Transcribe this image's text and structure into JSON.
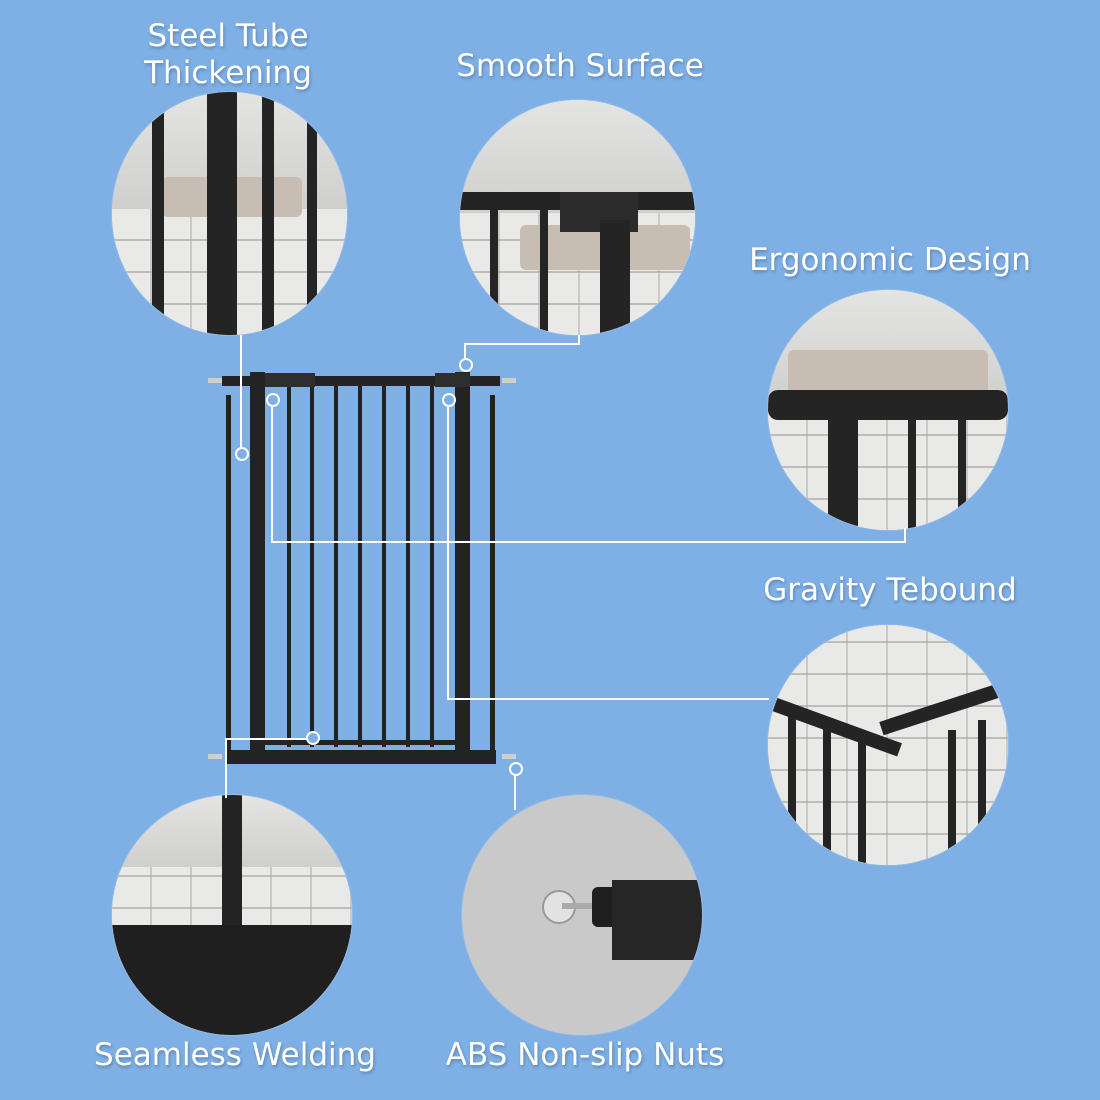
{
  "infographic": {
    "subject": "Baby safety gate features",
    "background_color": "#7eb0e6",
    "gate_color": "#232323",
    "callout_line_color": "#ffffff",
    "features": [
      {
        "id": "steel-tube",
        "label_line1": "Steel Tube",
        "label_line2": "Thickening"
      },
      {
        "id": "smooth-surface",
        "label": "Smooth Surface"
      },
      {
        "id": "ergonomic-design",
        "label": "Ergonomic Design"
      },
      {
        "id": "gravity-rebound",
        "label": "Gravity Tebound"
      },
      {
        "id": "seamless-welding",
        "label": "Seamless Welding"
      },
      {
        "id": "abs-nuts",
        "label": "ABS Non-slip Nuts"
      }
    ]
  }
}
